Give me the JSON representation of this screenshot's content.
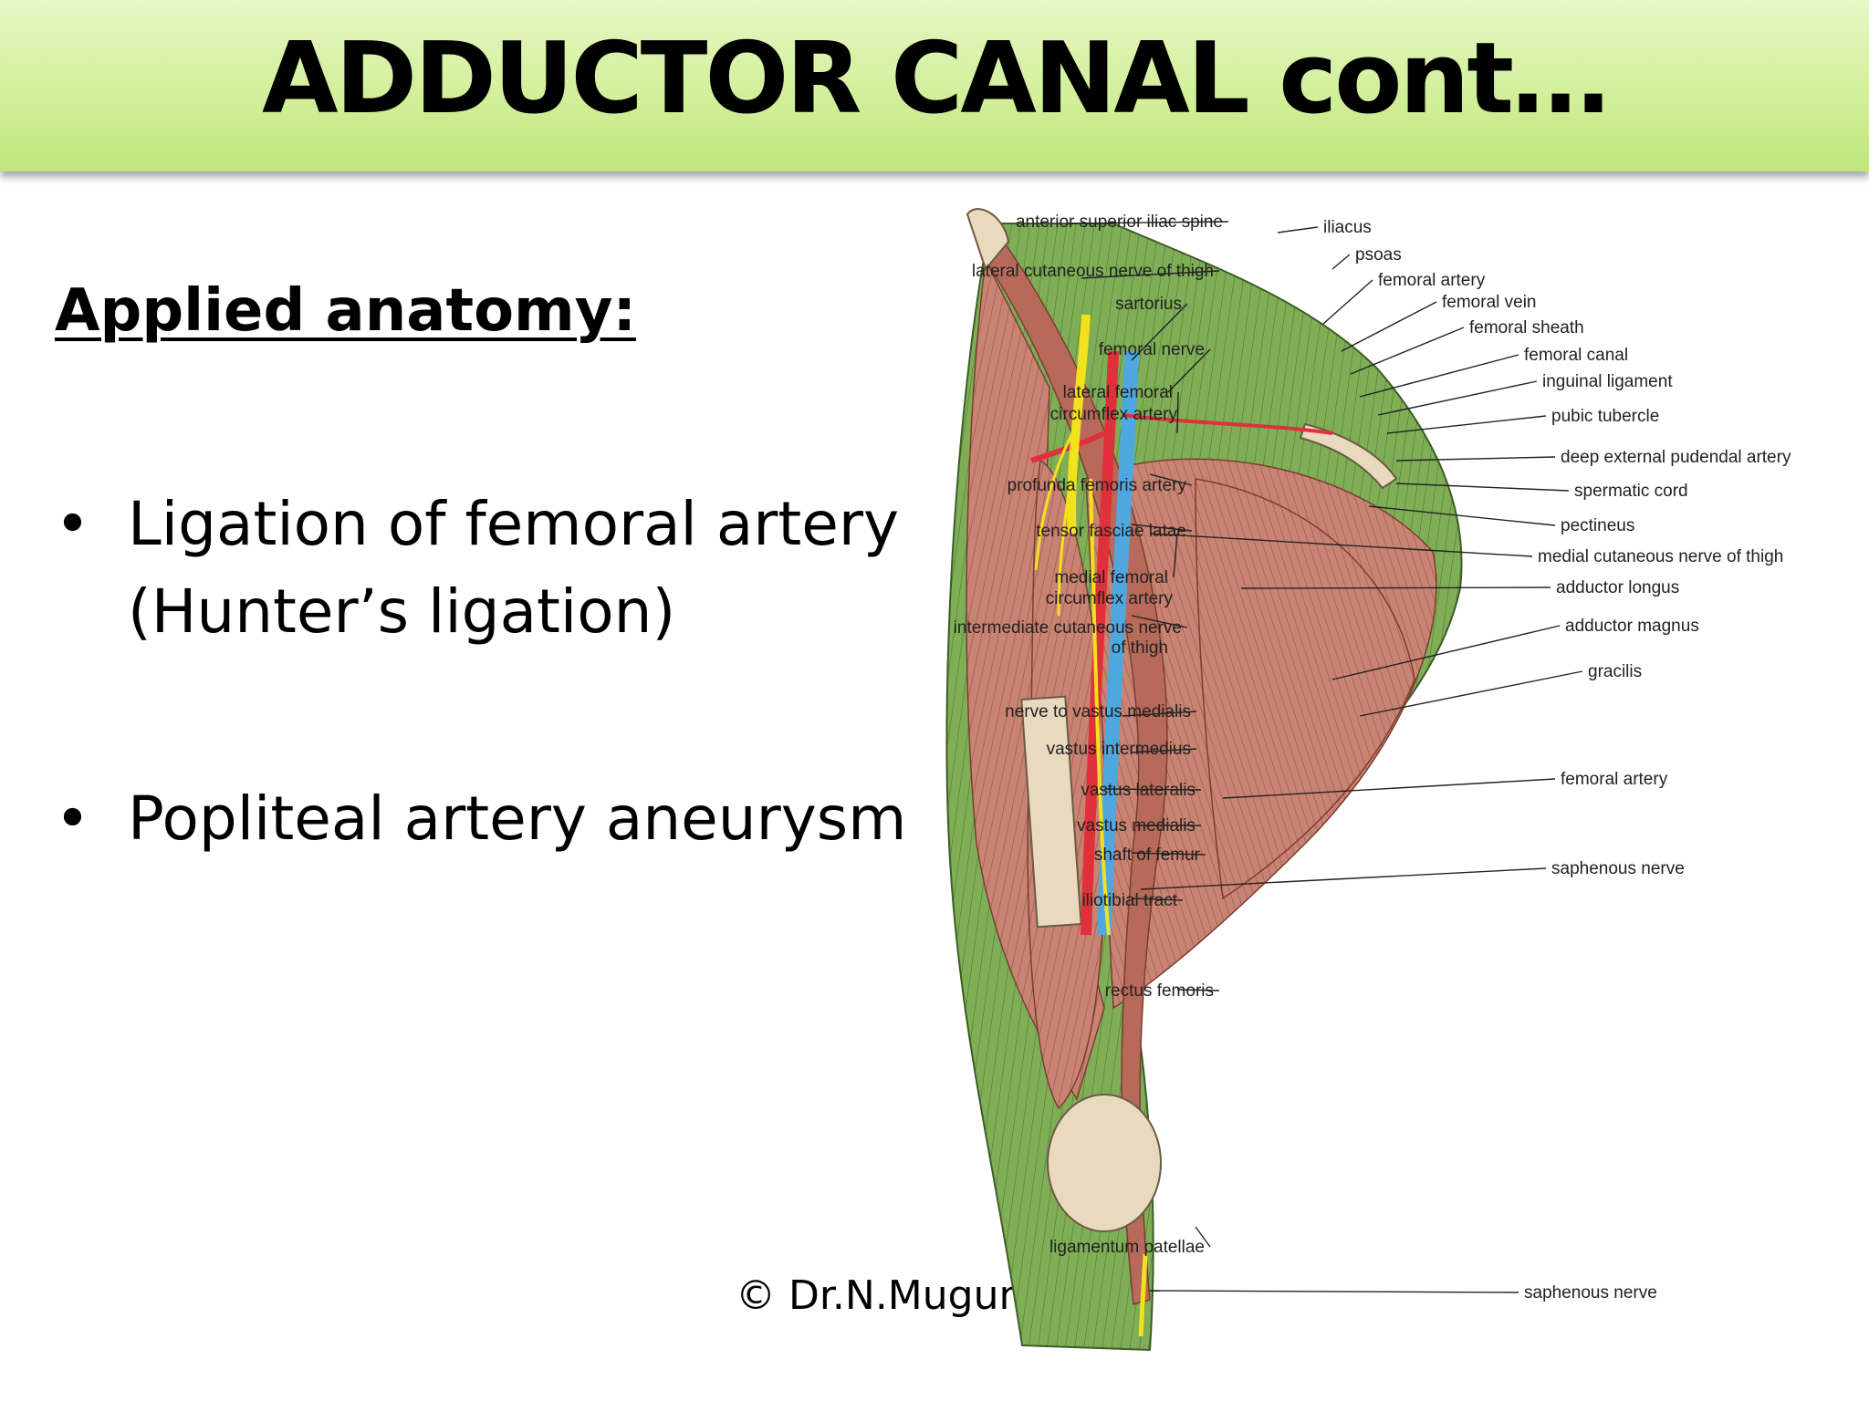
{
  "slide": {
    "title": "ADDUCTOR CANAL cont…",
    "heading": "Applied anatomy:",
    "bullets": [
      {
        "line1": "Ligation of femoral artery",
        "line2": "(Hunter’s ligation)"
      },
      {
        "line1": "Popliteal artery aneurysm"
      }
    ],
    "credit": "© Dr.N.Mugunthan"
  },
  "diagram": {
    "colors": {
      "muscle": "#c98373",
      "fascia": "#7fae57",
      "artery": "#e0303a",
      "vein": "#4fa7e0",
      "nerve": "#f2e21c",
      "bone": "#e9d9bf"
    },
    "labels_left": [
      "anterior superior iliac spine",
      "lateral cutaneous nerve of thigh",
      "sartorius",
      "femoral nerve",
      "lateral femoral",
      "circumflex artery",
      "profunda femoris artery",
      "tensor fasciae latae",
      "medial femoral",
      "circumflex artery",
      "intermediate cutaneous nerve",
      "of thigh",
      "nerve to vastus medialis",
      "vastus intermedius",
      "vastus lateralis",
      "vastus medialis",
      "shaft of femur",
      "iliotibial tract",
      "rectus femoris",
      "ligamentum patellae"
    ],
    "labels_right": [
      "iliacus",
      "psoas",
      "femoral artery",
      "femoral vein",
      "femoral sheath",
      "femoral canal",
      "inguinal ligament",
      "pubic tubercle",
      "deep external pudendal artery",
      "spermatic cord",
      "pectineus",
      "medial cutaneous nerve of thigh",
      "adductor longus",
      "adductor magnus",
      "gracilis",
      "femoral artery",
      "saphenous nerve",
      "saphenous nerve"
    ]
  }
}
